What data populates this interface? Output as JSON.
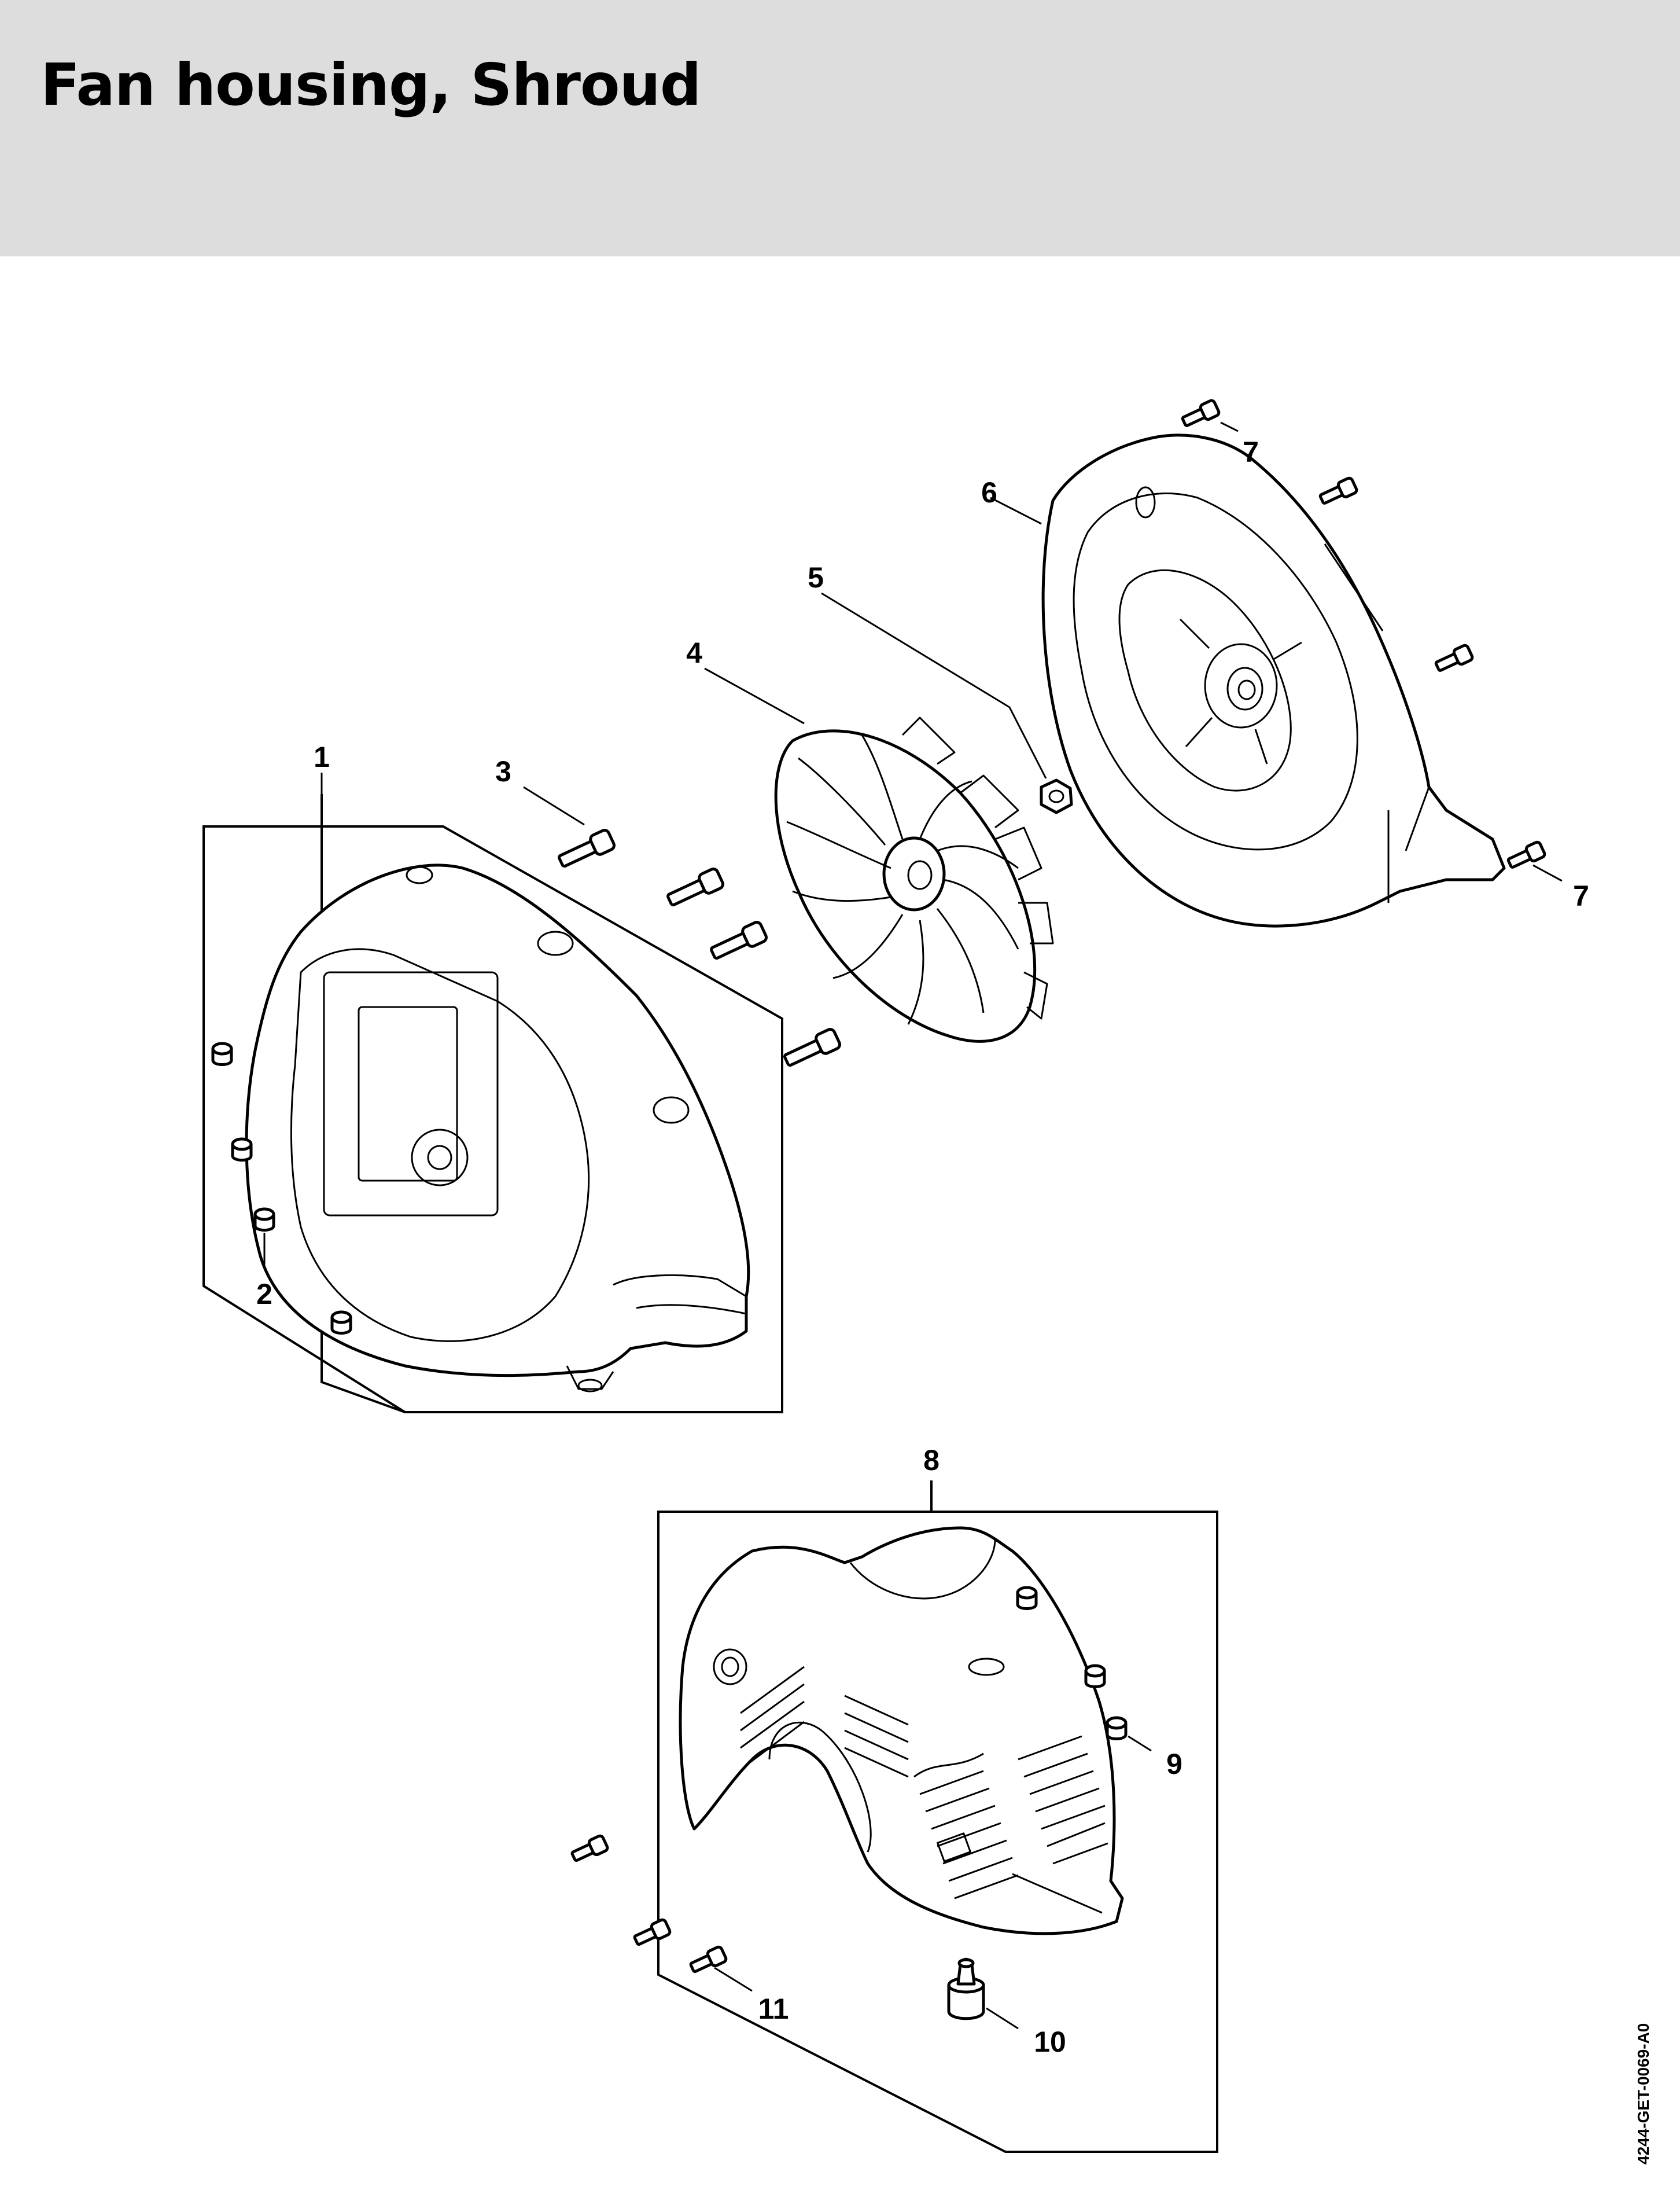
{
  "title": "Fan housing, Shroud",
  "document_id": "4244-GET-0069-A0",
  "callouts": [
    "1",
    "2",
    "3",
    "4",
    "5",
    "6",
    "7",
    "7",
    "8",
    "9",
    "10",
    "11"
  ],
  "parts": [
    {
      "item": "1",
      "name": "fan-housing"
    },
    {
      "item": "2",
      "name": "housing-insert"
    },
    {
      "item": "3",
      "name": "screw"
    },
    {
      "item": "4",
      "name": "fan-wheel"
    },
    {
      "item": "5",
      "name": "nut"
    },
    {
      "item": "6",
      "name": "fan-cover"
    },
    {
      "item": "7",
      "name": "screw"
    },
    {
      "item": "8",
      "name": "shroud"
    },
    {
      "item": "9",
      "name": "insert"
    },
    {
      "item": "10",
      "name": "buffer"
    },
    {
      "item": "11",
      "name": "screw"
    }
  ]
}
